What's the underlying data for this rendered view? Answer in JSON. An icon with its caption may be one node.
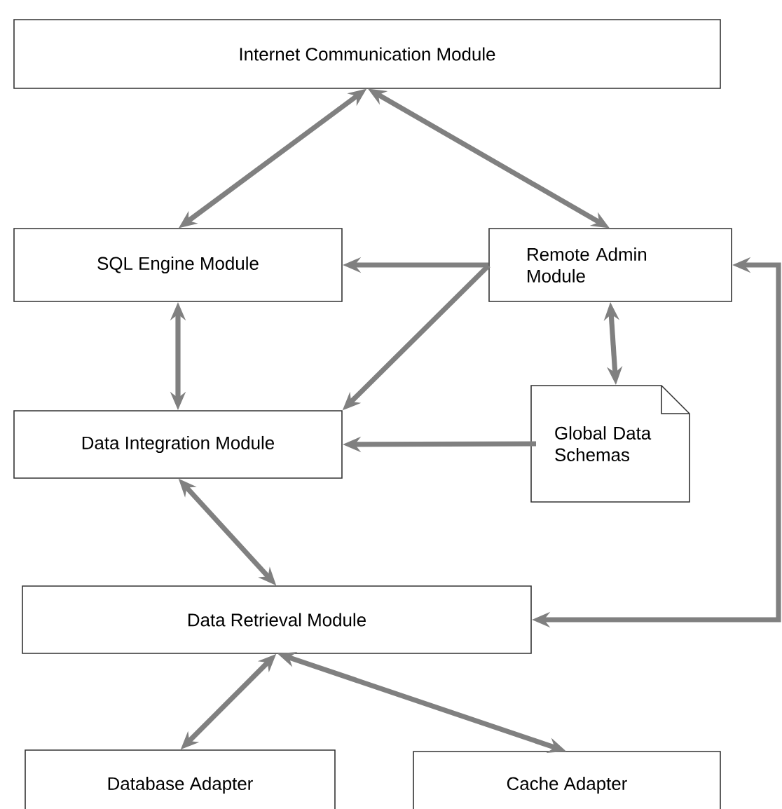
{
  "diagram": {
    "nodes": [
      {
        "text": [
          "Internet Communication Module"
        ]
      },
      {
        "text": [
          "SQL Engine Module"
        ]
      },
      {
        "text": [
          "Remote Admin Module"
        ]
      },
      {
        "text": [
          "Global Data Schemas"
        ]
      },
      {
        "text": [
          "Data Integration Module"
        ]
      },
      {
        "text": [
          "Data Retrieval Module"
        ]
      },
      {
        "text": [
          "Database Adapter"
        ]
      },
      {
        "text": [
          "Cache Adapter"
        ]
      }
    ],
    "edges": [
      {
        "from": 0,
        "to": 1,
        "arrow": "both"
      },
      {
        "from": 0,
        "to": 2,
        "arrow": "both"
      },
      {
        "from": 2,
        "to": 1,
        "arrow": "to"
      },
      {
        "from": 2,
        "to": 4,
        "arrow": "to"
      },
      {
        "from": 1,
        "to": 4,
        "arrow": "both"
      },
      {
        "from": 2,
        "to": 3,
        "arrow": "both"
      },
      {
        "from": 3,
        "to": 4,
        "arrow": "to"
      },
      {
        "from": 4,
        "to": 5,
        "arrow": "both"
      },
      {
        "from": 2,
        "to": 5,
        "arrow": "both"
      },
      {
        "from": 5,
        "to": 6,
        "arrow": "both"
      },
      {
        "from": 5,
        "to": 7,
        "arrow": "both"
      }
    ]
  }
}
